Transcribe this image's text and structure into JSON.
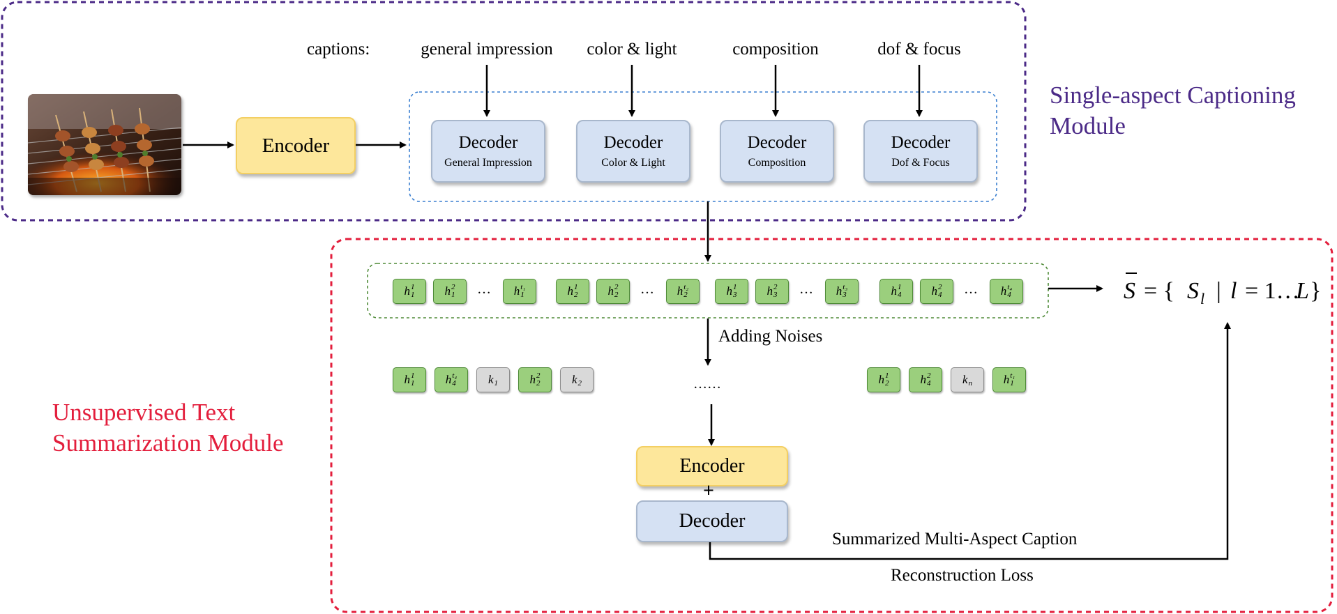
{
  "captions_label": "captions:",
  "aspects": [
    {
      "caption": "general impression",
      "decoder_title": "Decoder",
      "decoder_sub": "General Impression"
    },
    {
      "caption": "color & light",
      "decoder_title": "Decoder",
      "decoder_sub": "Color & Light"
    },
    {
      "caption": "composition",
      "decoder_title": "Decoder",
      "decoder_sub": "Composition"
    },
    {
      "caption": "dof & focus",
      "decoder_title": "Decoder",
      "decoder_sub": "Dof & Focus"
    }
  ],
  "encoder_top": "Encoder",
  "module1_title": [
    "Single-aspect Captioning",
    "Module"
  ],
  "module2_title": [
    "Unsupervised Text",
    "Summarization Module"
  ],
  "colors": {
    "module1_border": "#4b2a87",
    "module1_text": "#4b2a87",
    "module2_border": "#e31e3c",
    "module2_text": "#e31e3c",
    "decoder_group_border": "#3a7fd0",
    "token_group_border": "#4e8a37",
    "encoder_fill": "#fde79b",
    "decoder_fill": "#d5e1f3",
    "token_fill": "#9bcf7d",
    "noise_fill": "#d9d9d9"
  },
  "tokens_row1": [
    {
      "h": "h",
      "sub": "1",
      "sup": "1"
    },
    {
      "h": "h",
      "sub": "1",
      "sup": "2"
    },
    {
      "dots": "…"
    },
    {
      "h": "h",
      "sub": "1",
      "sup": "t₁"
    },
    {
      "h": "h",
      "sub": "2",
      "sup": "1"
    },
    {
      "h": "h",
      "sub": "2",
      "sup": "2"
    },
    {
      "dots": "…"
    },
    {
      "h": "h",
      "sub": "2",
      "sup": "t₂"
    },
    {
      "h": "h",
      "sub": "3",
      "sup": "1"
    },
    {
      "h": "h",
      "sub": "3",
      "sup": "2"
    },
    {
      "dots": "…"
    },
    {
      "h": "h",
      "sub": "3",
      "sup": "t₃"
    },
    {
      "h": "h",
      "sub": "4",
      "sup": "1"
    },
    {
      "h": "h",
      "sub": "4",
      "sup": "2"
    },
    {
      "dots": "…"
    },
    {
      "h": "h",
      "sub": "4",
      "sup": "t₄"
    }
  ],
  "tokens_row2_left": [
    {
      "h": "h",
      "sub": "1",
      "sup": "1",
      "kind": "g"
    },
    {
      "h": "h",
      "sub": "4",
      "sup": "t₄",
      "kind": "g"
    },
    {
      "h": "k",
      "sub": "1",
      "sup": "",
      "kind": "k"
    },
    {
      "h": "h",
      "sub": "2",
      "sup": "2",
      "kind": "g"
    },
    {
      "h": "k",
      "sub": "2",
      "sup": "",
      "kind": "k"
    }
  ],
  "tokens_row2_mid": "……",
  "tokens_row2_right": [
    {
      "h": "h",
      "sub": "2",
      "sup": "1",
      "kind": "g"
    },
    {
      "h": "h",
      "sub": "4",
      "sup": "2",
      "kind": "g"
    },
    {
      "h": "k",
      "sub": "n",
      "sup": "",
      "kind": "k"
    },
    {
      "h": "h",
      "sub": "1",
      "sup": "t₁",
      "kind": "g"
    }
  ],
  "adding_noises": "Adding Noises",
  "encoder_bottom": "Encoder",
  "plus": "+",
  "decoder_bottom": "Decoder",
  "summarized_label": "Summarized Multi-Aspect Caption",
  "reconstruction_label": "Reconstruction Loss",
  "formula": {
    "lhs": "S",
    "eq": "= {",
    "s": "S",
    "s_sub": "l",
    "bar": "|",
    "l": "l",
    "rest": "= 1…",
    "L": "L",
    "close": "}"
  }
}
